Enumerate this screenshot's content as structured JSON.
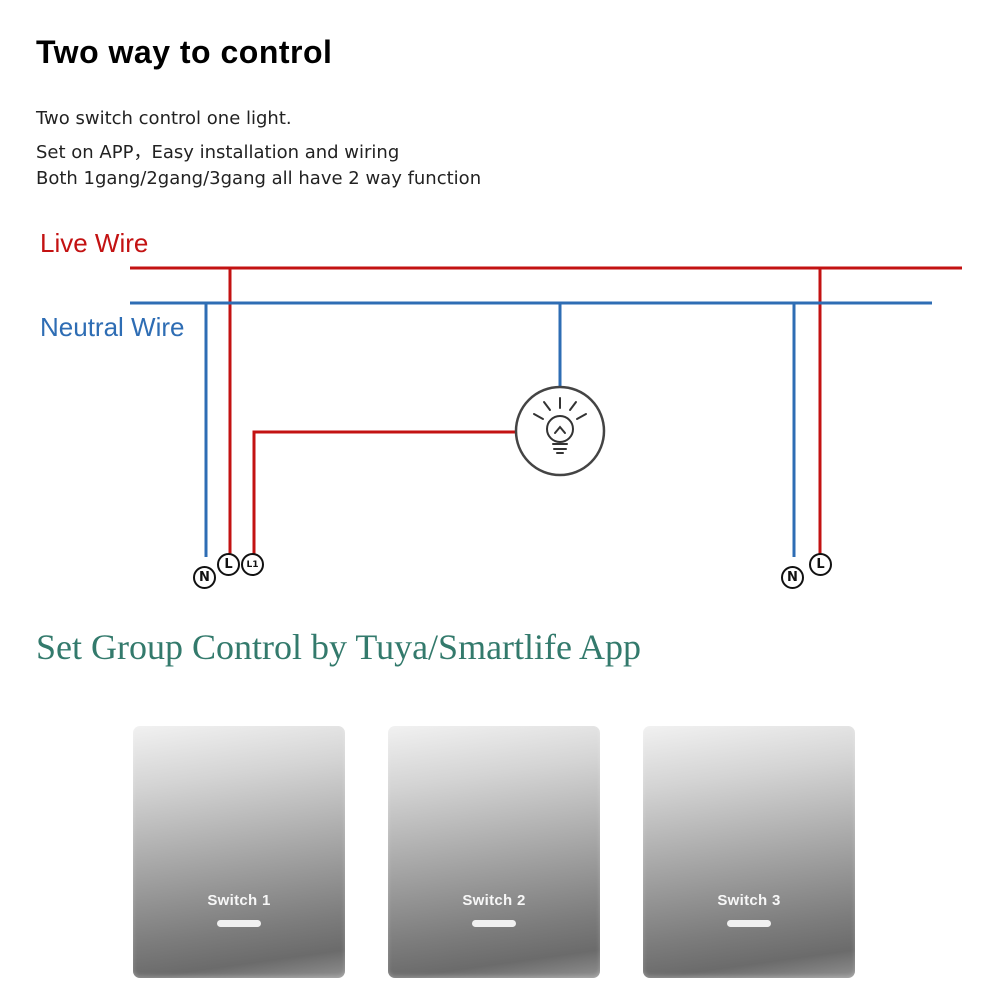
{
  "header": {
    "title": "Two way to control",
    "lines": [
      "Two switch control one light.",
      "Set on APP，Easy installation and wiring",
      "Both  1gang/2gang/3gang all have 2 way function"
    ]
  },
  "diagram": {
    "live_label": "Live Wire",
    "neutral_label": "Neutral Wire",
    "live_color": "#c31212",
    "neutral_color": "#2e6db4",
    "terminals_left": [
      "N",
      "L",
      "L1"
    ],
    "terminals_right": [
      "N",
      "L"
    ],
    "bulb_icon": "light-bulb-icon"
  },
  "group_section": {
    "title": "Set Group Control by Tuya/Smartlife App",
    "title_color": "#337a6c",
    "switches": [
      {
        "label": "Switch 1"
      },
      {
        "label": "Switch 2"
      },
      {
        "label": "Switch 3"
      }
    ]
  }
}
